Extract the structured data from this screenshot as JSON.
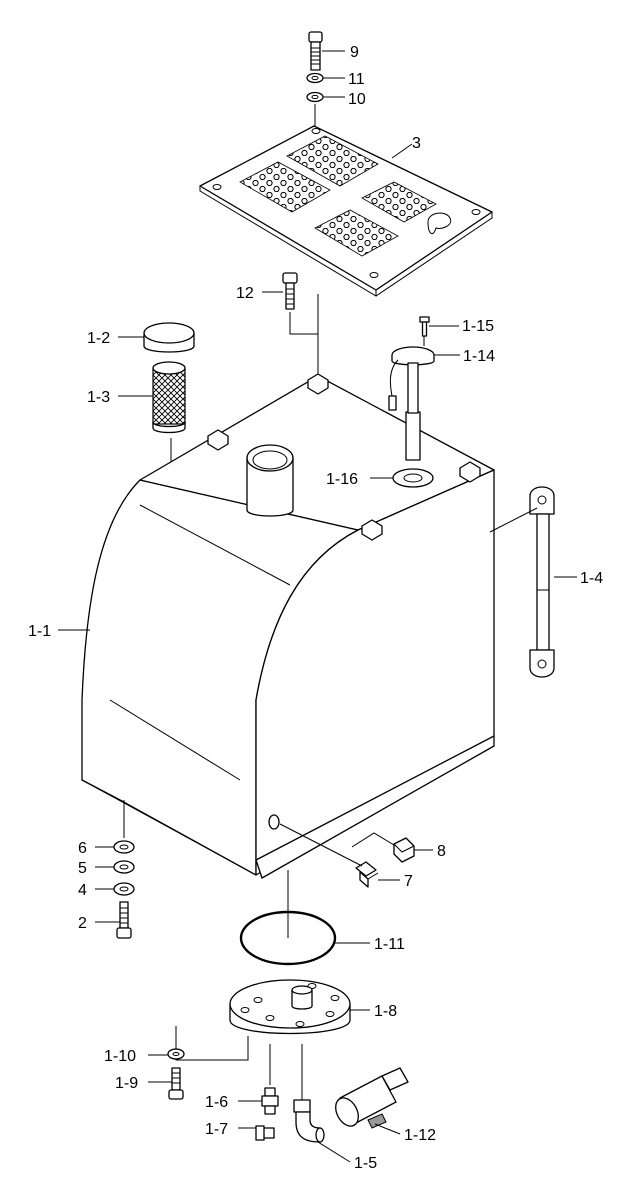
{
  "labels": {
    "p9": "9",
    "p11": "11",
    "p10": "10",
    "p3": "3",
    "p12": "12",
    "p1_2": "1-2",
    "p1_3": "1-3",
    "p1_15": "1-15",
    "p1_14": "1-14",
    "p1_16": "1-16",
    "p1_4": "1-4",
    "p1_1": "1-1",
    "p6": "6",
    "p5": "5",
    "p4": "4",
    "p2": "2",
    "p8": "8",
    "p7": "7",
    "p1_11": "1-11",
    "p1_8": "1-8",
    "p1_10": "1-10",
    "p1_9": "1-9",
    "p1_6": "1-6",
    "p1_7": "1-7",
    "p1_12": "1-12",
    "p1_5": "1-5"
  }
}
